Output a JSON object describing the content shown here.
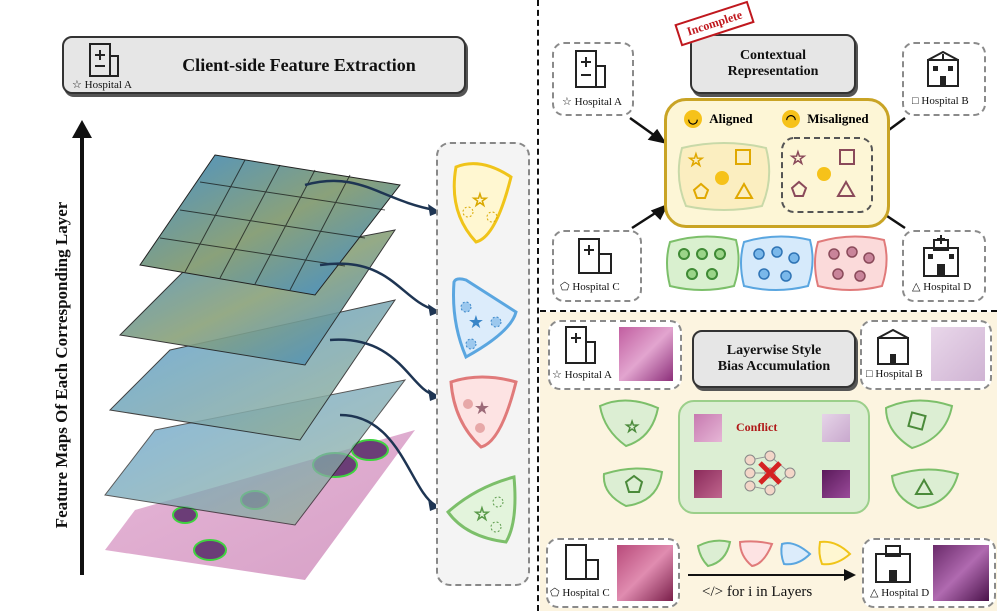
{
  "left": {
    "title": "Client-side Feature Extraction",
    "hospital_label": "Hospital A",
    "axis_label": "Feature Maps Of Each Corresponding Layer"
  },
  "top_right": {
    "title_line1": "Contextual",
    "title_line2": "Representation",
    "stamp": "Incomplete",
    "aligned": "Aligned",
    "misaligned": "Misaligned",
    "hospitals": [
      "Hospital A",
      "Hospital B",
      "Hospital C",
      "Hospital D"
    ]
  },
  "bottom_right": {
    "title_line1": "Layerwise Style",
    "title_line2": "Bias Accumulation",
    "conflict": "Conflict",
    "loop_text": "for i in Layers",
    "hospitals": [
      "Hospital A",
      "Hospital B",
      "Hospital C",
      "Hospital D"
    ]
  },
  "colors": {
    "yellow": "#f0c419",
    "blue": "#5aa6e0",
    "red": "#e07a7a",
    "green": "#7cbf6a",
    "dark": "#333333"
  }
}
